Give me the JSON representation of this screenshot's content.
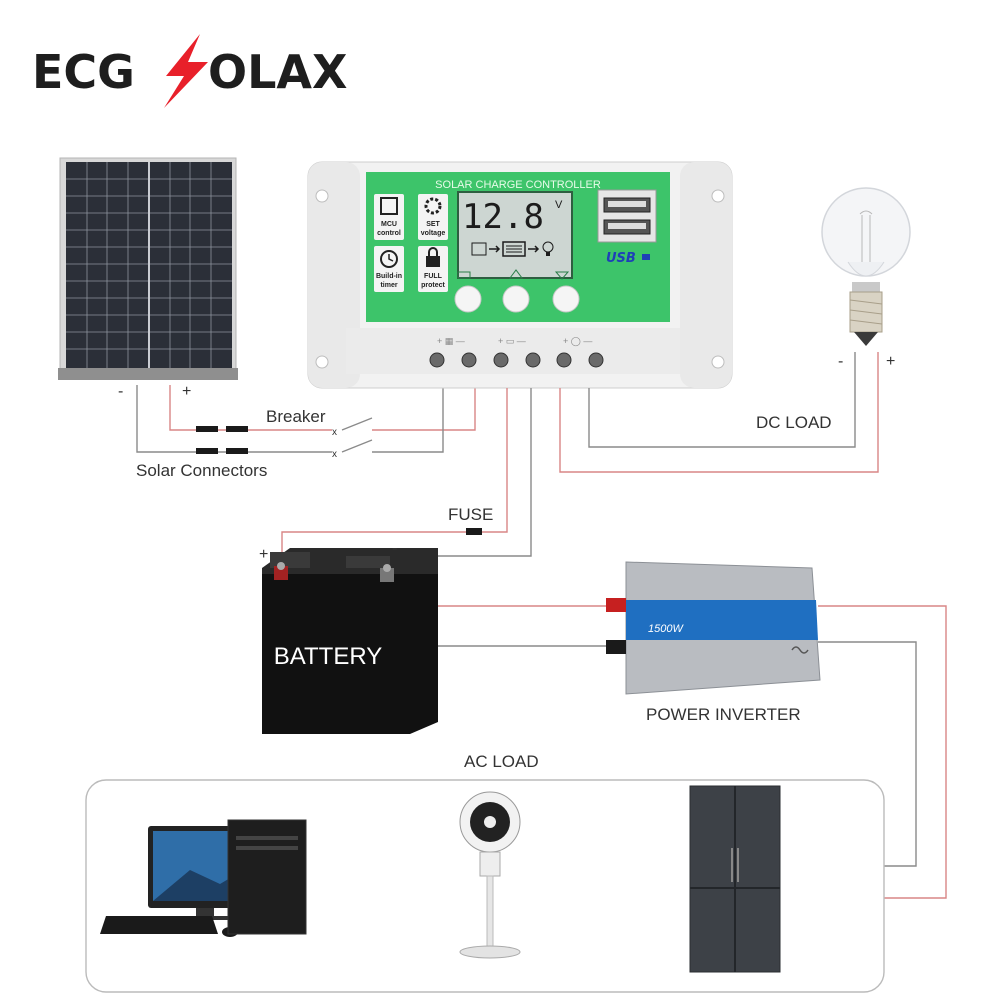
{
  "logo": {
    "left": "ECG",
    "right": "OLAX",
    "bolt_color": "#e8202a"
  },
  "controller": {
    "title": "SOLAR CHARGE CONTROLLER",
    "features": [
      {
        "icon": "chip-icon",
        "label1": "MCU",
        "label2": "control"
      },
      {
        "icon": "gear-icon",
        "label1": "SET",
        "label2": "voltage"
      },
      {
        "icon": "clock-icon",
        "label1": "Build-in",
        "label2": "timer"
      },
      {
        "icon": "lock-icon",
        "label1": "FULL",
        "label2": "protect"
      }
    ],
    "display_value": "12.8",
    "display_unit": "V",
    "usb_label": "USB",
    "panel_color": "#3dc46a"
  },
  "labels": {
    "breaker": "Breaker",
    "solar_connectors": "Solar Connectors",
    "dc_load": "DC LOAD",
    "fuse": "FUSE",
    "battery": "BATTERY",
    "power_inverter": "POWER INVERTER",
    "ac_load": "AC LOAD",
    "inverter_power": "1500W",
    "panel_minus": "-",
    "panel_plus": "+",
    "bulb_minus": "-",
    "bulb_plus": "+",
    "battery_plus": "+",
    "battery_minus": "-"
  },
  "colors": {
    "wire_positive": "#d98585",
    "wire_negative": "#8a8a8a",
    "inverter_stripe": "#1f6fc1"
  }
}
